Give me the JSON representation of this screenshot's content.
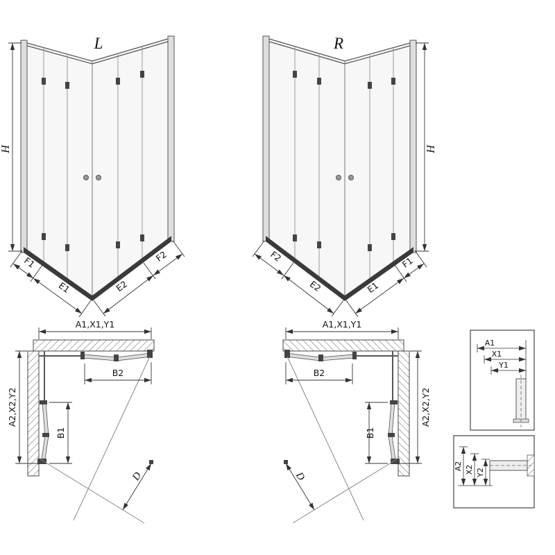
{
  "page": {
    "background": "#ffffff"
  },
  "colors": {
    "dim_line": "#333333",
    "glass_line": "#999999",
    "frame_line": "#555555",
    "sill_fill": "#3a3a3a",
    "wall_hatch": "#888888"
  },
  "perspective_views": {
    "left": {
      "label": "L",
      "height_dim": "H",
      "bottom_dims": [
        "F1",
        "E1",
        "E2",
        "F2"
      ]
    },
    "right": {
      "label": "R",
      "height_dim": "H",
      "bottom_dims": [
        "F2",
        "E2",
        "E1",
        "F1"
      ]
    }
  },
  "plan_views": {
    "left": {
      "top_dim": "A1,X1,Y1",
      "door_top_dim": "B2",
      "door_side_dim": "B1",
      "side_dim": "A2,X2,Y2",
      "diagonal_dim": "D"
    },
    "right": {
      "top_dim": "A1,X1,Y1",
      "door_top_dim": "B2",
      "door_side_dim": "B1",
      "side_dim": "A2,X2,Y2",
      "diagonal_dim": "D"
    }
  },
  "detail_boxes": {
    "top": {
      "dims": [
        "A1",
        "X1",
        "Y1"
      ]
    },
    "bottom": {
      "dims": [
        "A2",
        "X2",
        "Y2"
      ]
    }
  }
}
